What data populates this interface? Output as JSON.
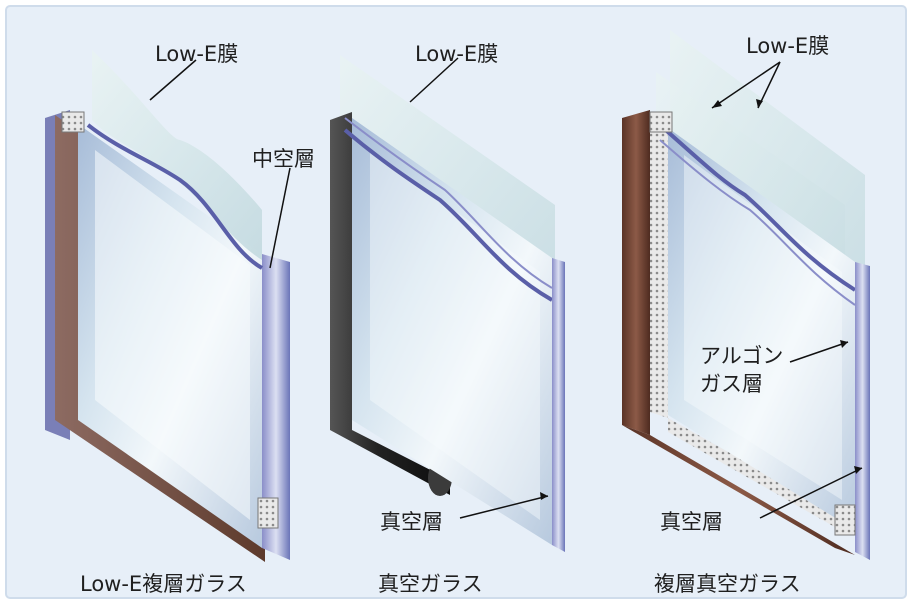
{
  "panels": [
    {
      "caption": "Low-E複層ガラス",
      "labels": {
        "lowe": "Low-E膜",
        "hollow": "中空層"
      }
    },
    {
      "caption": "真空ガラス",
      "labels": {
        "lowe": "Low-E膜",
        "vacuum": "真空層"
      }
    },
    {
      "caption": "複層真空ガラス",
      "labels": {
        "lowe": "Low-E膜",
        "argon": "アルゴン\nガス層",
        "vacuum": "真空層"
      }
    }
  ],
  "colors": {
    "background": "#e7eff8",
    "border": "#cfdceb",
    "glass": "#cfe3ea",
    "frame_brown": "#6a4032",
    "frame_black": "#202020",
    "edge_blue": "#6a74b8"
  }
}
